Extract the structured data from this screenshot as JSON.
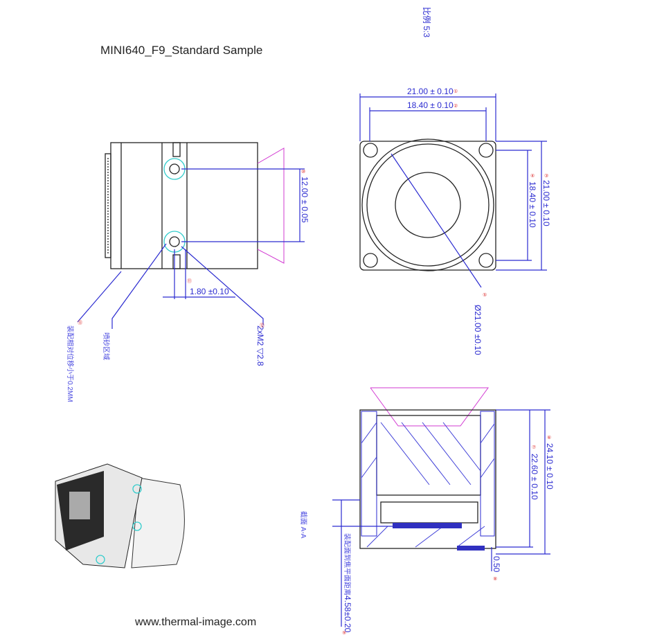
{
  "title": "MINI640_F9_Standard Sample",
  "website": "www.thermal-image.com",
  "scale_label": "比例 5:3",
  "dimensions": {
    "width_outer": "21.00 ± 0.10",
    "width_inner": "18.40 ± 0.10",
    "height_outer": "21.00 ± 0.10",
    "height_inner": "18.40 ± 0.10",
    "lens_diameter": "Ø21.00 ±0.10",
    "hole_spacing": "12.00 ± 0.05",
    "hole_offset": "1.80 ±0.10",
    "total_depth": "24.10 ± 0.10",
    "body_depth": "22.60 ± 0.10",
    "pcb_gap": "0.50",
    "focal_distance": "4.58±0.20"
  },
  "notes": {
    "thread": "2xM2 ▽2.8",
    "sandblast": "喷砂区域",
    "assembly_tolerance": "装配相对位移小于0.2MM",
    "section": "截面 A-A",
    "focal_note": "装配面到焦平面距离"
  },
  "callouts": [
    "①",
    "②",
    "③",
    "④",
    "⑤",
    "⑥",
    "⑦",
    "⑧",
    "⑨",
    "⑩",
    "⑪",
    "⑫",
    "⑬"
  ]
}
